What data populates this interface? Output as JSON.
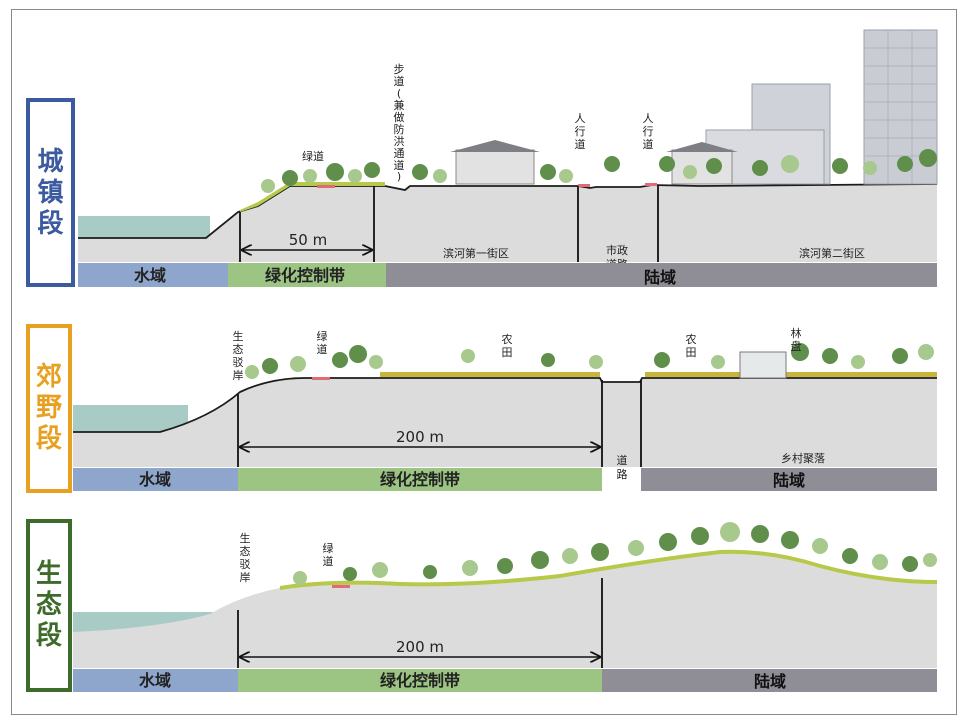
{
  "sections": [
    {
      "id": "town",
      "label_chars": [
        "城",
        "镇",
        "段"
      ],
      "label_color": "#3c5aa0",
      "distance": "50 m",
      "bars": {
        "water": "水域",
        "green": "绿化控制带",
        "land": "陆域"
      },
      "labels": {
        "greenway": "绿道",
        "walkway_chars": [
          "步",
          "道",
          "(",
          "兼",
          "做",
          "防",
          "洪",
          "通",
          "道",
          ")"
        ],
        "sidewalk_left_chars": [
          "人",
          "行",
          "道"
        ],
        "sidewalk_right_chars": [
          "人",
          "行",
          "道"
        ],
        "district1": "滨河第一街区",
        "municipal_road_lines": [
          "市政",
          "道路"
        ],
        "district2": "滨河第二街区"
      }
    },
    {
      "id": "suburb",
      "label_chars": [
        "郊",
        "野",
        "段"
      ],
      "label_color": "#e8a020",
      "distance": "200 m",
      "bars": {
        "water": "水域",
        "green": "绿化控制带",
        "land": "陆域"
      },
      "labels": {
        "eco_bank_chars": [
          "生",
          "态",
          "驳",
          "岸"
        ],
        "greenway_chars": [
          "绿",
          "道"
        ],
        "farmland1_chars": [
          "农",
          "田"
        ],
        "farmland2_chars": [
          "农",
          "田"
        ],
        "forest_chars": [
          "林",
          "盘"
        ],
        "road_chars": [
          "道",
          "路"
        ],
        "village": "乡村聚落"
      }
    },
    {
      "id": "eco",
      "label_chars": [
        "生",
        "态",
        "段"
      ],
      "label_color": "#3d6b2a",
      "distance": "200 m",
      "bars": {
        "water": "水域",
        "green": "绿化控制带",
        "land": "陆域"
      },
      "labels": {
        "eco_bank_chars": [
          "生",
          "态",
          "驳",
          "岸"
        ],
        "greenway_chars": [
          "绿",
          "道"
        ]
      }
    }
  ],
  "colors": {
    "water_bar": "#8fa6cc",
    "green_bar": "#9cc483",
    "land_bar": "#8f8e96",
    "ground": "#dcdcdc",
    "water": "#a9cbc6",
    "tree_dark": "#5f8f4a",
    "tree_light": "#a8c98e",
    "grass": "#b7c84a",
    "path_red": "#e06a78"
  }
}
